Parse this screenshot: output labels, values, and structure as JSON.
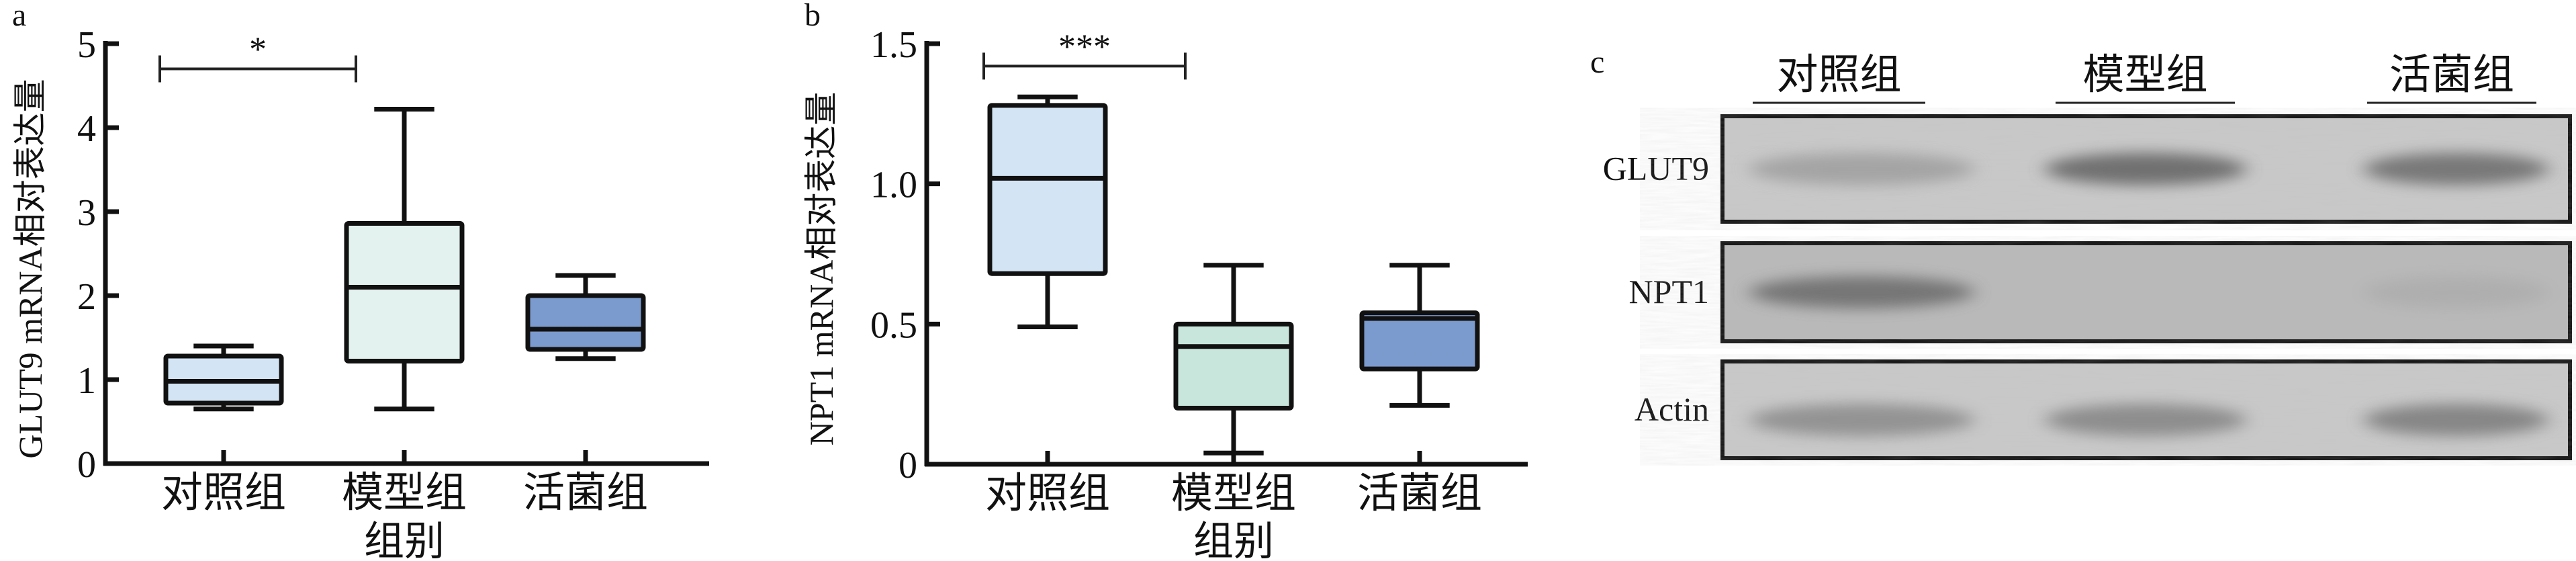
{
  "chart_data": [
    {
      "panel": "a",
      "type": "box",
      "ylabel": "GLUT9 mRNA相对表达量",
      "xlabel": "组别",
      "categories": [
        "对照组",
        "模型组",
        "活菌组"
      ],
      "ylim": [
        0,
        5
      ],
      "yticks": [
        0,
        1,
        2,
        3,
        4,
        5
      ],
      "colors": [
        "#d3e5f5",
        "#e3f2ee",
        "#7b9bcf"
      ],
      "series": [
        {
          "name": "对照组",
          "min": 0.65,
          "q1": 0.72,
          "median": 0.98,
          "q3": 1.28,
          "max": 1.4
        },
        {
          "name": "模型组",
          "min": 0.65,
          "q1": 1.22,
          "median": 2.1,
          "q3": 2.86,
          "max": 4.22
        },
        {
          "name": "活菌组",
          "min": 1.25,
          "q1": 1.36,
          "median": 1.6,
          "q3": 2.0,
          "max": 2.24
        }
      ],
      "significance": {
        "from": 0,
        "to": 1,
        "y": 4.7,
        "label": "*"
      }
    },
    {
      "panel": "b",
      "type": "box",
      "ylabel": "NPT1 mRNA相对表达量",
      "xlabel": "组别",
      "categories": [
        "对照组",
        "模型组",
        "活菌组"
      ],
      "ylim": [
        0,
        1.5
      ],
      "yticks": [
        "0",
        "0.5",
        "1.0",
        "1.5"
      ],
      "colors": [
        "#d3e5f5",
        "#c8e6dc",
        "#7b9bcf"
      ],
      "series": [
        {
          "name": "对照组",
          "min": 0.49,
          "q1": 0.68,
          "median": 1.02,
          "q3": 1.28,
          "max": 1.31
        },
        {
          "name": "模型组",
          "min": 0.04,
          "q1": 0.2,
          "median": 0.42,
          "q3": 0.5,
          "max": 0.71
        },
        {
          "name": "活菌组",
          "min": 0.21,
          "q1": 0.34,
          "median": 0.52,
          "q3": 0.54,
          "max": 0.71
        }
      ],
      "significance": {
        "from": 0,
        "to": 1,
        "y": 1.42,
        "label": "***"
      }
    }
  ],
  "blot": {
    "panel": "c",
    "lanes": [
      "对照组",
      "模型组",
      "活菌组"
    ],
    "rows": [
      {
        "label": "GLUT9",
        "band_intensity": [
          0.35,
          0.75,
          0.7
        ]
      },
      {
        "label": "NPT1",
        "band_intensity": [
          0.7,
          0.0,
          0.15
        ]
      },
      {
        "label": "Actin",
        "band_intensity": [
          0.5,
          0.55,
          0.6
        ]
      }
    ]
  }
}
